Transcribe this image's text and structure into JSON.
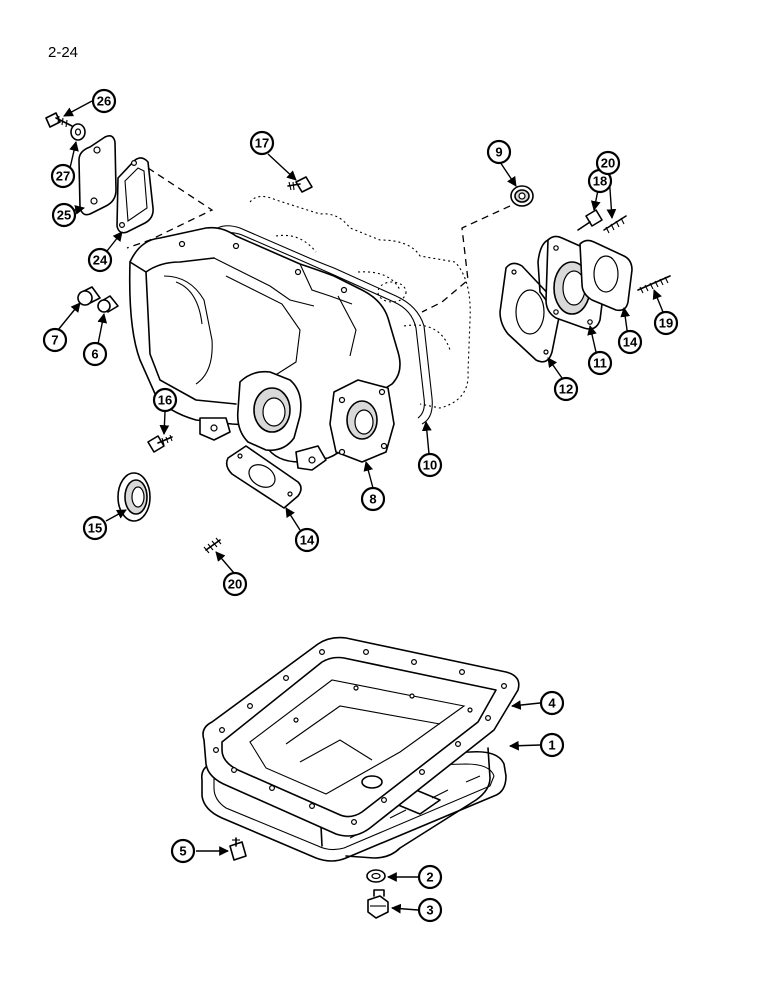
{
  "page_number": "2-24",
  "callouts": {
    "c1": "1",
    "c2": "2",
    "c3": "3",
    "c4": "4",
    "c5": "5",
    "c6": "6",
    "c7": "7",
    "c8": "8",
    "c9": "9",
    "c10": "10",
    "c11": "11",
    "c12": "12",
    "c14a": "14",
    "c14b": "14",
    "c15": "15",
    "c16": "16",
    "c17": "17",
    "c18": "18",
    "c19": "19",
    "c20a": "20",
    "c20b": "20",
    "c24": "24",
    "c25": "25",
    "c26": "26",
    "c27": "27"
  }
}
